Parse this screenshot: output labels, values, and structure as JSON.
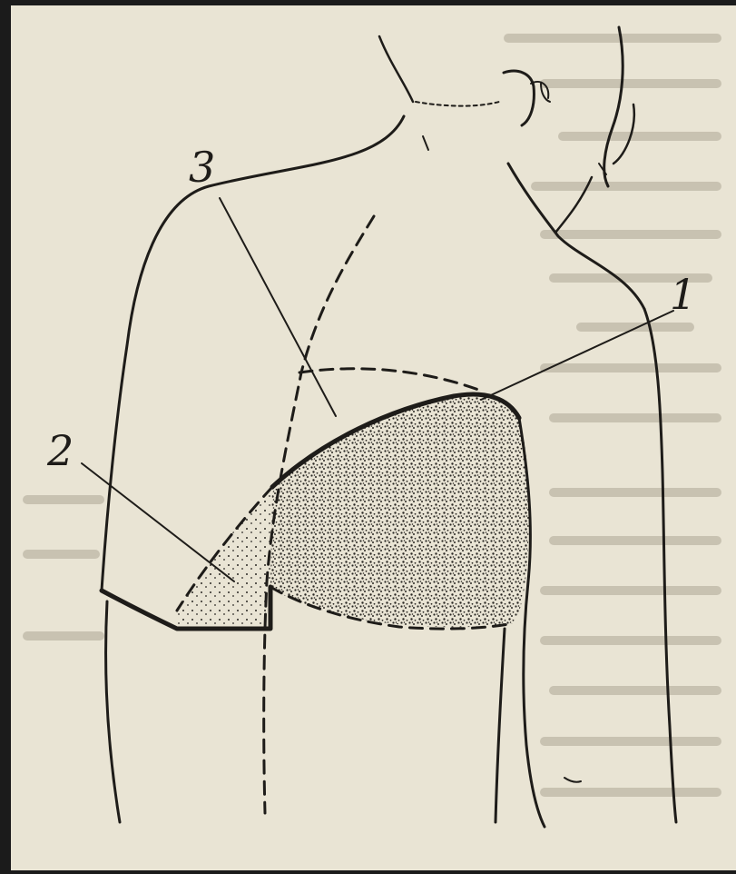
{
  "figure": {
    "labels": [
      {
        "key": "label_1",
        "text": "1"
      },
      {
        "key": "label_2",
        "text": "2"
      },
      {
        "key": "label_3",
        "text": "3"
      }
    ],
    "colors": {
      "ink": "#1e1c19",
      "paper": "#e9e4d4",
      "frame": "#1b1b1b",
      "stipple": "#2a2824"
    }
  }
}
